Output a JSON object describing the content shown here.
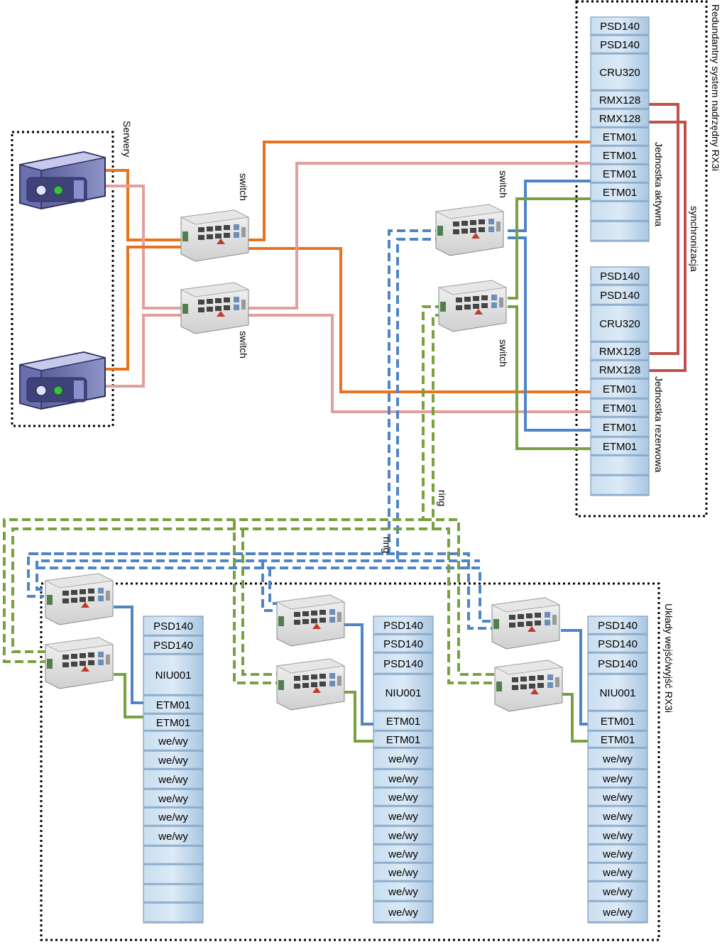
{
  "labels": {
    "servers": "Serwery",
    "top_system": "Redundantny system nadrzędny RX3i",
    "sync": "synchronizacja",
    "active_unit": "Jednostka aktywna",
    "backup_unit": "Jednostka rezerwowa",
    "io_system": "Układy wejść/wyjść RX3i",
    "switch": "switch",
    "ring": "ring"
  },
  "racks": {
    "active": [
      "PSD140",
      "PSD140",
      "CRU320",
      "RMX128",
      "RMX128",
      "ETM01",
      "ETM01",
      "ETM01",
      "ETM01",
      "",
      ""
    ],
    "backup": [
      "PSD140",
      "PSD140",
      "CRU320",
      "RMX128",
      "RMX128",
      "ETM01",
      "ETM01",
      "ETM01",
      "ETM01",
      "",
      ""
    ],
    "io1": [
      "PSD140",
      "PSD140",
      "NIU001",
      "ETM01",
      "ETM01",
      "we/wy",
      "we/wy",
      "we/wy",
      "we/wy",
      "we/wy",
      "we/wy",
      "",
      "",
      "",
      ""
    ],
    "io2": [
      "PSD140",
      "PSD140",
      "PSD140",
      "NIU001",
      "ETM01",
      "ETM01",
      "we/wy",
      "we/wy",
      "we/wy",
      "we/wy",
      "we/wy",
      "we/wy",
      "we/wy",
      "we/wy",
      "we/wy"
    ],
    "io3": [
      "PSD140",
      "PSD140",
      "PSD140",
      "NIU001",
      "ETM01",
      "ETM01",
      "we/wy",
      "we/wy",
      "we/wy",
      "we/wy",
      "we/wy",
      "we/wy",
      "we/wy",
      "we/wy",
      "we/wy"
    ]
  },
  "colors": {
    "orange": "#e8731e",
    "pink": "#e0a09c",
    "blue": "#4f85c5",
    "green": "#77a23f",
    "red": "#c0504d",
    "module_fill": "#b8d3ea",
    "module_stroke": "#7f9fbf"
  }
}
